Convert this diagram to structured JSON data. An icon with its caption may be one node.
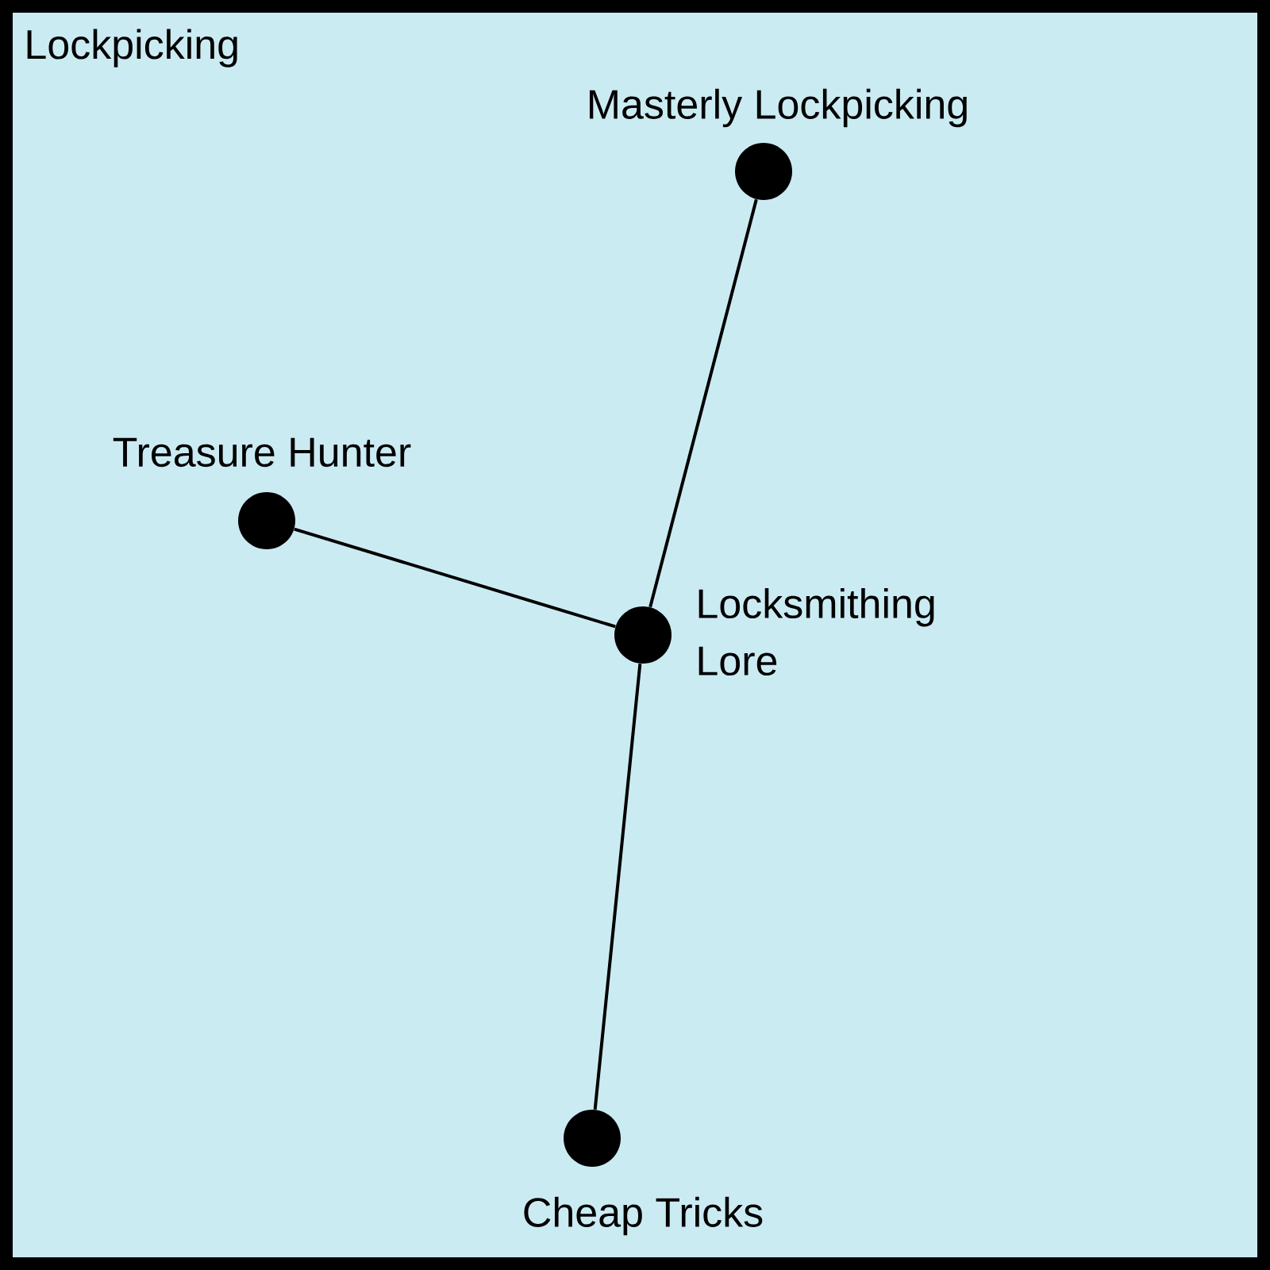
{
  "diagram": {
    "title": "Lockpicking",
    "nodes": [
      {
        "text": [
          "Masterly Lockpicking"
        ]
      },
      {
        "text": [
          "Treasure Hunter"
        ]
      },
      {
        "text": [
          "Locksmithing Lore"
        ]
      },
      {
        "text": [
          "Cheap Tricks"
        ]
      }
    ],
    "edges": [
      {
        "from": 0,
        "to": 2,
        "arrow": "none"
      },
      {
        "from": 1,
        "to": 2,
        "arrow": "none"
      },
      {
        "from": 2,
        "to": 3,
        "arrow": "none"
      }
    ]
  }
}
